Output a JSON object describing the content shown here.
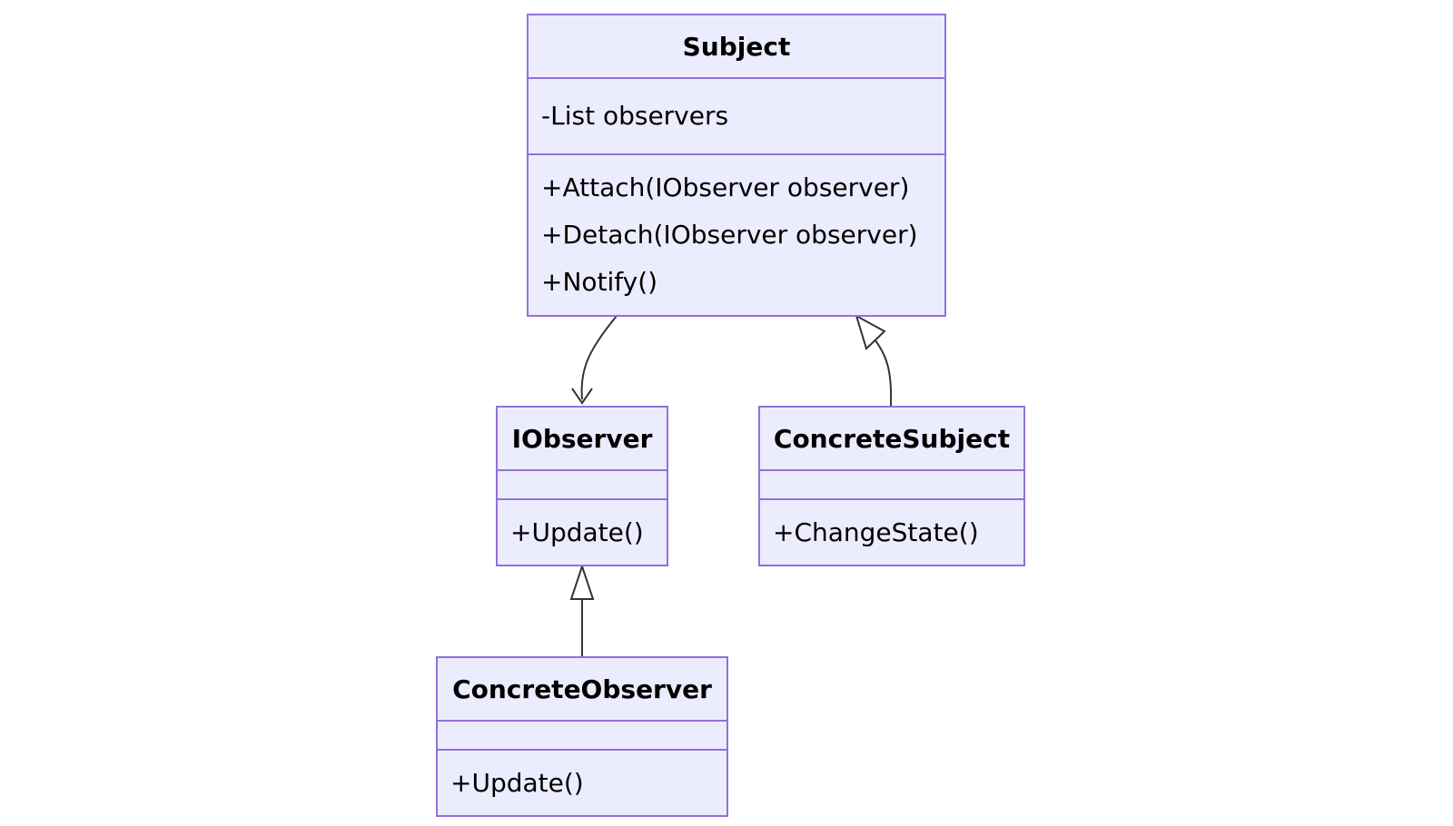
{
  "classes": {
    "subject": {
      "name": "Subject",
      "attributes": [
        "-List observers"
      ],
      "methods": [
        "+Attach(IObserver observer)",
        "+Detach(IObserver observer)",
        "+Notify()"
      ]
    },
    "iobserver": {
      "name": "IObserver",
      "attributes": [],
      "methods": [
        "+Update()"
      ]
    },
    "concrete_subject": {
      "name": "ConcreteSubject",
      "attributes": [],
      "methods": [
        "+ChangeState()"
      ]
    },
    "concrete_observer": {
      "name": "ConcreteObserver",
      "attributes": [],
      "methods": [
        "+Update()"
      ]
    }
  },
  "relations": [
    {
      "from": "Subject",
      "to": "IObserver",
      "type": "association"
    },
    {
      "from": "ConcreteSubject",
      "to": "Subject",
      "type": "inheritance"
    },
    {
      "from": "ConcreteObserver",
      "to": "IObserver",
      "type": "inheritance"
    }
  ],
  "colors": {
    "class_fill": "#ececff",
    "class_border": "#9370db",
    "edge": "#333333",
    "text": "#000000"
  }
}
